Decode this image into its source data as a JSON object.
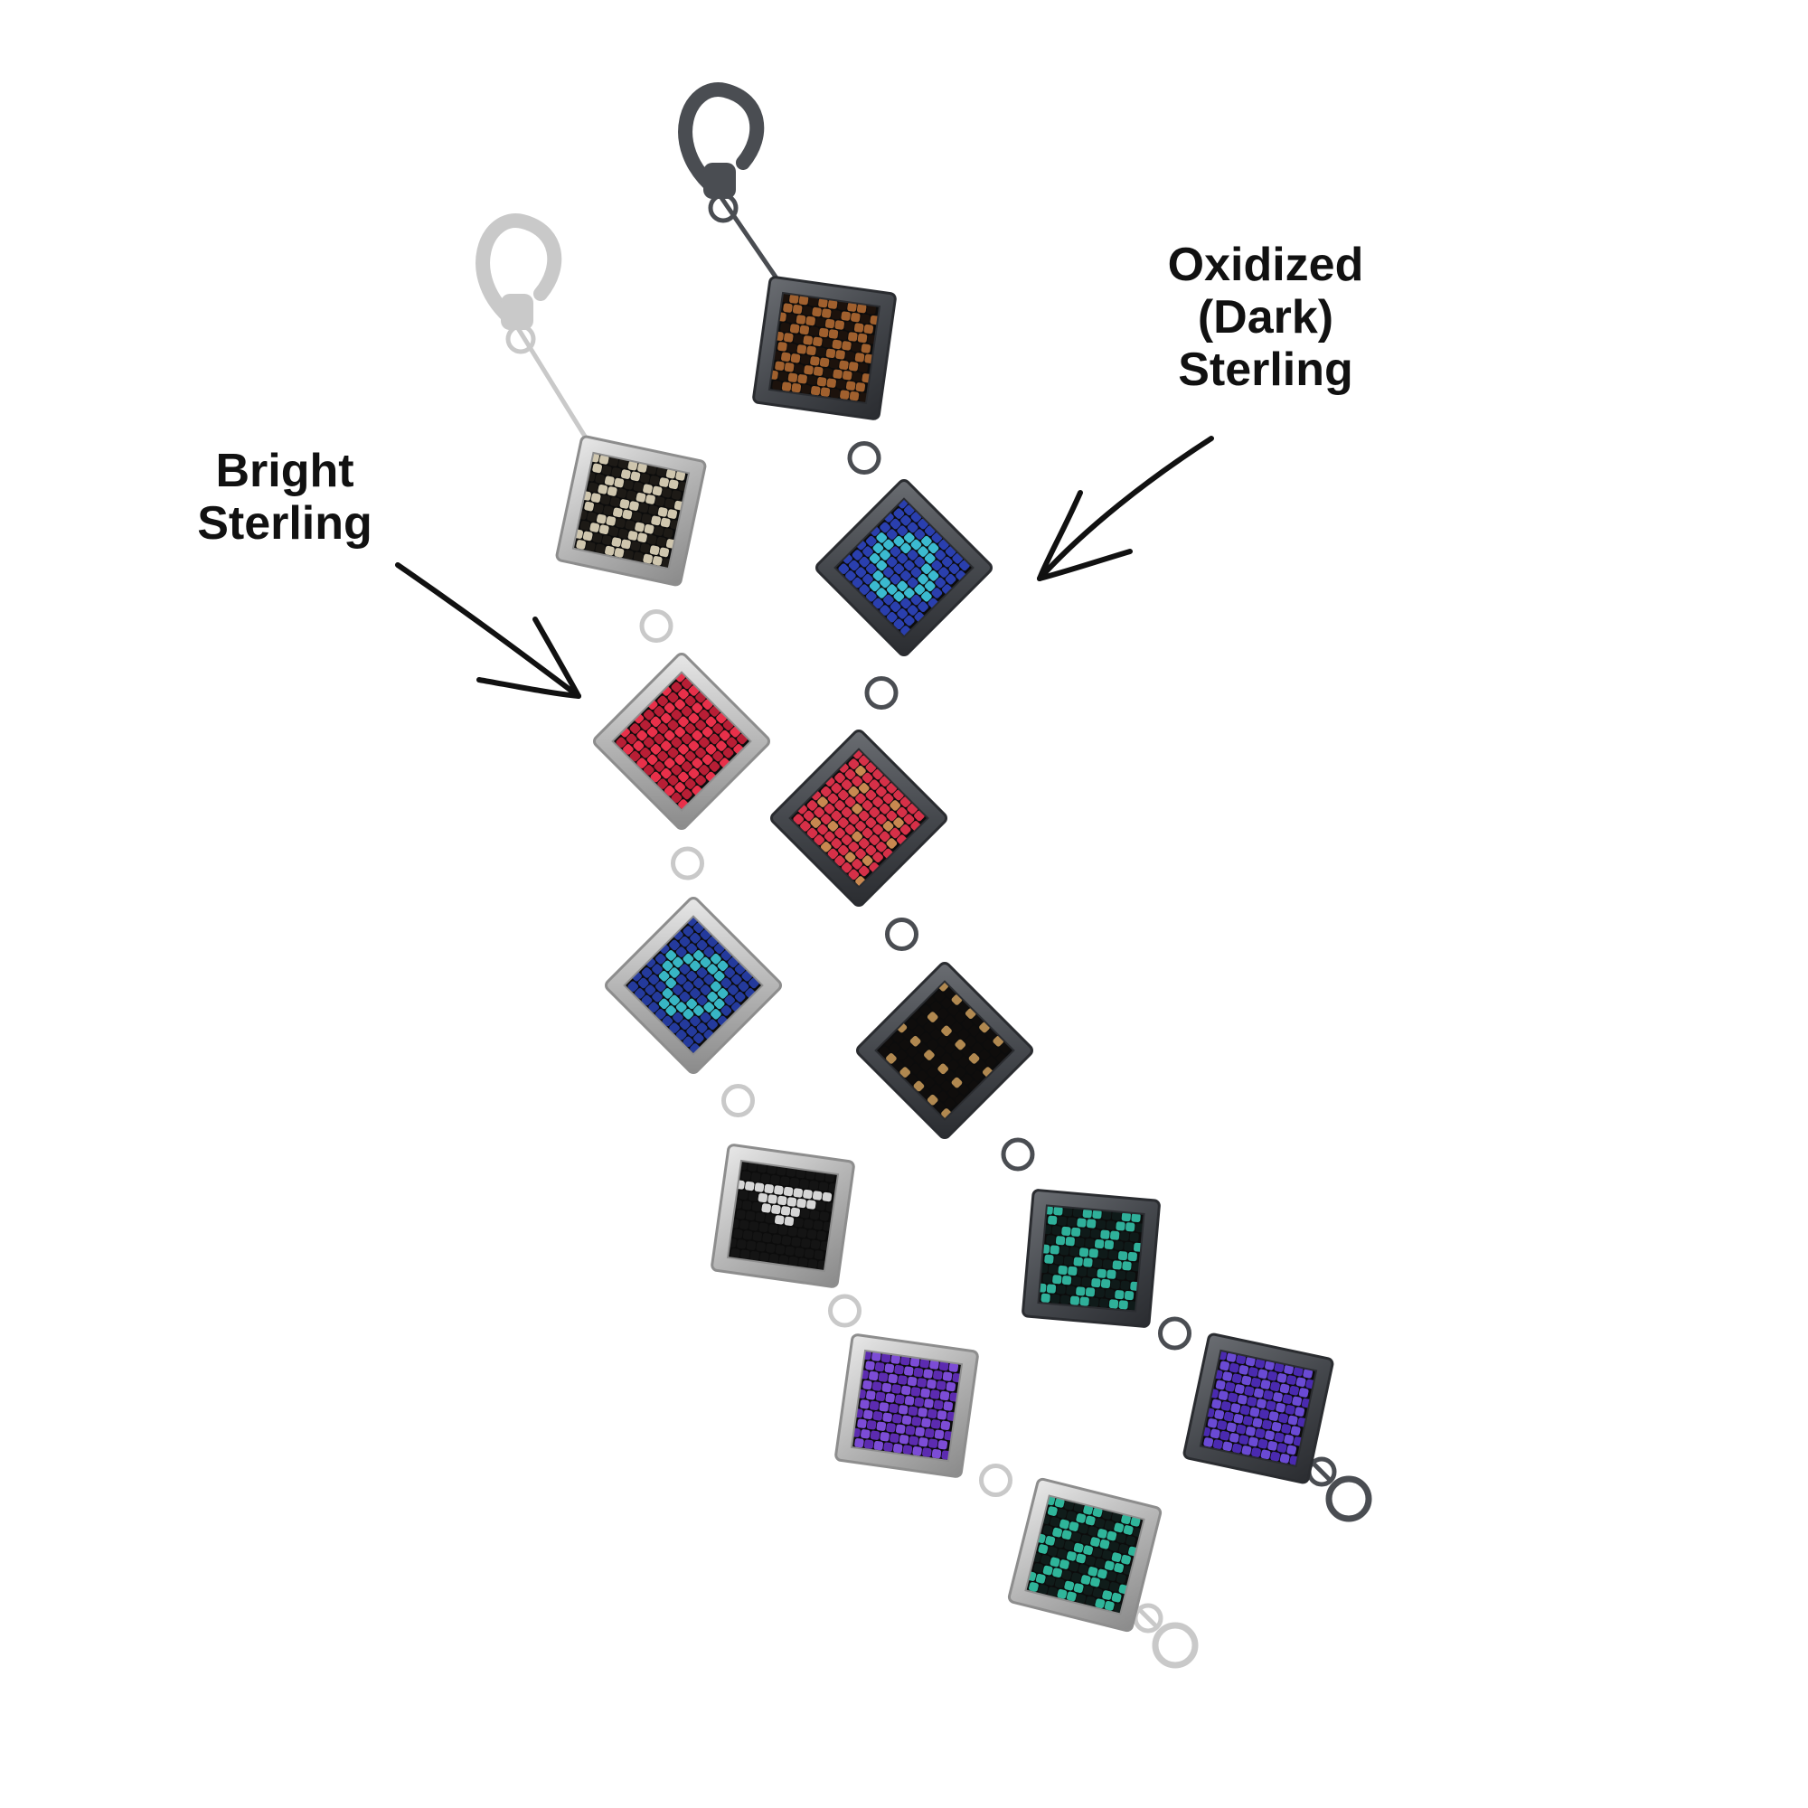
{
  "labels": {
    "bright": {
      "line1": "Bright",
      "line2": "Sterling"
    },
    "oxidized": {
      "line1": "Oxidized",
      "line2": "(Dark)",
      "line3": "Sterling"
    }
  },
  "colors": {
    "background": "#ffffff",
    "text": "#111111",
    "bright_metal": "#c9c9c9",
    "bright_metal_edge": "#8d8d8d",
    "oxidized_metal": "#4a4d52",
    "oxidized_metal_edge": "#2a2c30"
  },
  "bracelets": {
    "bright": {
      "metal": "bright",
      "charms": [
        {
          "pattern": "black-gold-diagonal-stripes",
          "colors": [
            "#1d1a16",
            "#cfc6ae"
          ]
        },
        {
          "pattern": "solid-red",
          "colors": [
            "#e8304a",
            "#b81e35"
          ]
        },
        {
          "pattern": "blue-turquoise-diamond",
          "colors": [
            "#243a9c",
            "#38b6c4"
          ]
        },
        {
          "pattern": "black-silver-heart",
          "colors": [
            "#141414",
            "#d6d6d6"
          ]
        },
        {
          "pattern": "solid-purple",
          "colors": [
            "#5c2bb0",
            "#7c4cd6"
          ]
        },
        {
          "pattern": "black-turquoise-diagonal-stripes",
          "colors": [
            "#101c1a",
            "#2fb59a"
          ]
        }
      ]
    },
    "oxidized": {
      "metal": "oxidized",
      "charms": [
        {
          "pattern": "brown-black-check",
          "colors": [
            "#1c120c",
            "#a0602e"
          ]
        },
        {
          "pattern": "blue-turquoise-diamond",
          "colors": [
            "#2a3fae",
            "#3bbad0"
          ]
        },
        {
          "pattern": "red-gold-check",
          "colors": [
            "#d63048",
            "#c88850"
          ]
        },
        {
          "pattern": "black-gold-speckle",
          "colors": [
            "#0f0d0c",
            "#b08850"
          ]
        },
        {
          "pattern": "black-turquoise-diagonal-stripes",
          "colors": [
            "#0f1a19",
            "#2fb09a"
          ]
        },
        {
          "pattern": "solid-purple",
          "colors": [
            "#4a2ab0",
            "#6a4ad4"
          ]
        }
      ]
    }
  }
}
